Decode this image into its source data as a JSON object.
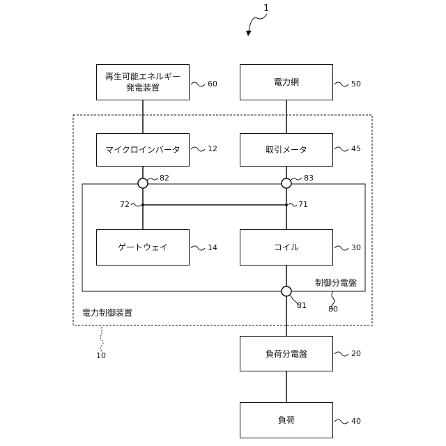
{
  "figure_number": "1",
  "blocks": {
    "renewable": {
      "line1": "再生可能エネルギー",
      "line2": "発電装置",
      "ref": "60"
    },
    "grid": {
      "label": "電力網",
      "ref": "50"
    },
    "microinverter": {
      "label": "マイクロインバータ",
      "ref": "12"
    },
    "meter": {
      "label": "取引メータ",
      "ref": "45"
    },
    "gateway": {
      "label": "ゲートウェイ",
      "ref": "14"
    },
    "coil": {
      "label": "コイル",
      "ref": "30"
    },
    "load_panel": {
      "label": "負荷分電盤",
      "ref": "20"
    },
    "load": {
      "label": "負荷",
      "ref": "40"
    }
  },
  "regions": {
    "control_device": {
      "label": "電力制御装置",
      "ref": "10"
    },
    "control_panel": {
      "label": "制御分電盤",
      "ref": "80"
    }
  },
  "nodes": {
    "terminal_left": "82",
    "terminal_right": "83",
    "terminal_bottom": "81",
    "junction_left": "72",
    "junction_right": "71"
  }
}
